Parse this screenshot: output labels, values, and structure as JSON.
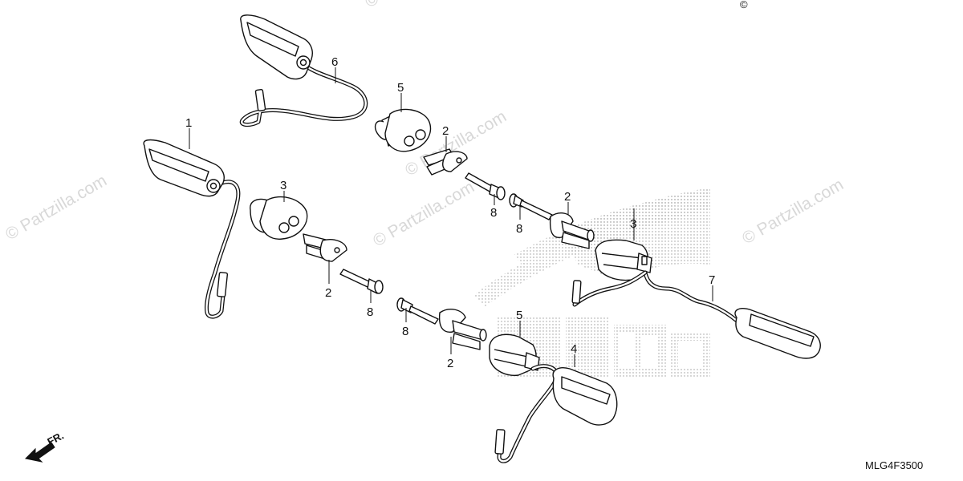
{
  "diagram": {
    "callouts": {
      "c1": "1",
      "c2a": "2",
      "c2b": "2",
      "c2c": "2",
      "c2d": "2",
      "c3a": "3",
      "c3b": "3",
      "c4": "4",
      "c5a": "5",
      "c5b": "5",
      "c6": "6",
      "c7": "7",
      "c8a": "8",
      "c8b": "8",
      "c8c": "8",
      "c8d": "8"
    },
    "watermarks": [
      "© Partzilla.com",
      "© Partzilla.com",
      "© Partzilla.com",
      "© Partzilla.com",
      "© Partzilla.com"
    ],
    "diagram_code": "MLG4F3500",
    "front_label": "FR.",
    "copyright_mark": "©"
  }
}
